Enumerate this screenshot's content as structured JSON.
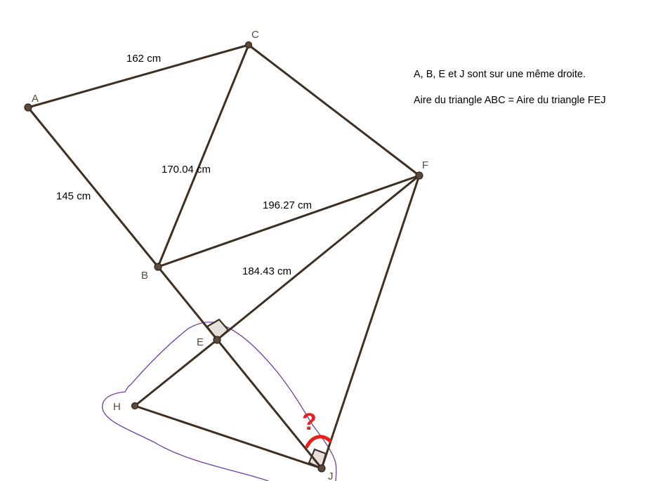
{
  "points": {
    "A": "A",
    "B": "B",
    "C": "C",
    "E": "E",
    "F": "F",
    "H": "H",
    "J": "J"
  },
  "measures": {
    "AC": "162 cm",
    "AB": "145 cm",
    "BC": "170.04 cm",
    "BF": "196.27 cm",
    "EF": "184.43 cm"
  },
  "notes": [
    "A, B, E et J sont sur une même droite.",
    "Aire du triangle ABC = Aire du triangle FEJ"
  ],
  "annotation": "?",
  "colors": {
    "segment": "#3d2f22",
    "point": "#5b4a3b",
    "freehand": "#6a3fa0",
    "annotation": "#e8201c",
    "rightangle": "#e5e0da"
  }
}
